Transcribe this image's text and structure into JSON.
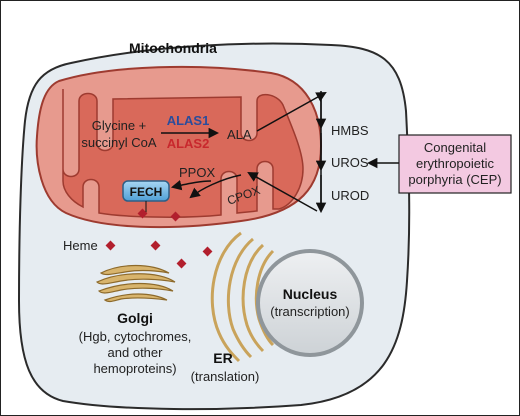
{
  "labels": {
    "mitochondria": "Mitochondria",
    "substrate_line1": "Glycine +",
    "substrate_line2": "succinyl CoA",
    "alas1": "ALAS1",
    "alas2": "ALAS2",
    "ala": "ALA",
    "ppox": "PPOX",
    "cpox": "CPOX",
    "fech": "FECH",
    "hmbs": "HMBS",
    "uros": "UROS",
    "urod": "UROD",
    "cep_line1": "Congenital",
    "cep_line2": "erythropoietic",
    "cep_line3": "porphyria (CEP)",
    "heme": "Heme",
    "golgi": "Golgi",
    "golgi_sub1": "(Hgb, cytochromes,",
    "golgi_sub2": "and other",
    "golgi_sub3": "hemoproteins)",
    "er": "ER",
    "er_sub": "(translation)",
    "nucleus": "Nucleus",
    "nucleus_sub": "(transcription)"
  },
  "colors": {
    "cell_fill": "#e6ecf1",
    "mito_outer": "#e79a8e",
    "mito_inner": "#d9695a",
    "mito_outline": "#9e3b30",
    "alas1": "#2b4c9b",
    "alas2": "#c8282d",
    "fech_fill": "#6fb6e6",
    "heme": "#b21f2d",
    "cep_fill": "#f3c9e1",
    "golgi": "#c9a35b",
    "golgi_edge": "#8d6a2b",
    "er": "#d2b379",
    "er_edge": "#8d6a2b",
    "nucleus_fill": "#dfe3e6",
    "nucleus_edge": "#8f969b",
    "arrow": "#111111"
  }
}
